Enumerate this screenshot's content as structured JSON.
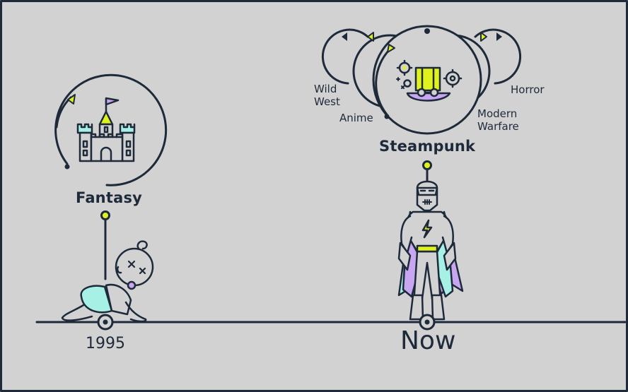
{
  "colors": {
    "background": "#d2d2d2",
    "ink": "#1e2a3a",
    "accent_yellow": "#dff21e",
    "accent_purple": "#c9a6f2",
    "accent_teal": "#a6f0e6"
  },
  "timeline": {
    "start_year": "1995",
    "end_label": "Now"
  },
  "past": {
    "genre": "Fantasy",
    "icon": "castle-icon",
    "figure": "crawling-baby"
  },
  "present": {
    "main_genre": "Steampunk",
    "main_icon": "top-hat-gears-icon",
    "figure": "superhero",
    "other_genres": [
      "Wild West",
      "Anime",
      "Modern Warfare",
      "Horror"
    ]
  }
}
